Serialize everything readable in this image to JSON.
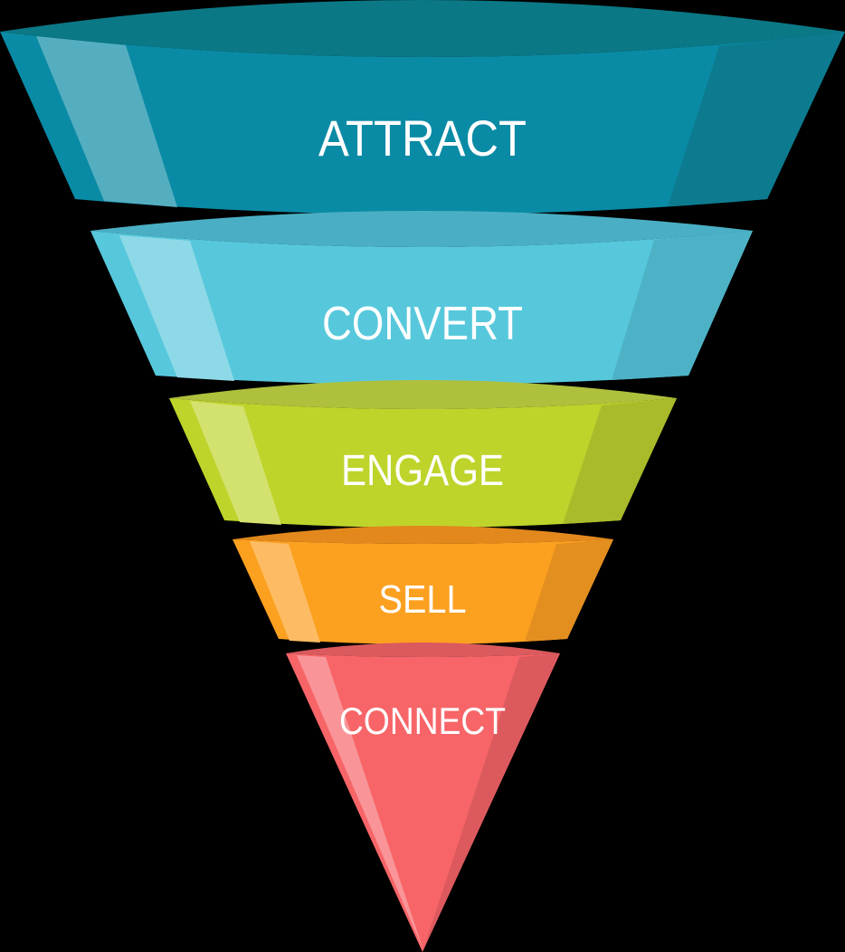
{
  "diagram": {
    "type": "funnel",
    "stages": [
      {
        "label": "ATTRACT",
        "colors": {
          "rim": "#0b7885",
          "front": "#0a8ba5",
          "light": "#55aec0",
          "dark": "#0d7b8f"
        }
      },
      {
        "label": "CONVERT",
        "colors": {
          "rim": "#4aafc4",
          "front": "#57c8dc",
          "light": "#8ed9e7",
          "dark": "#4db2c6"
        }
      },
      {
        "label": "ENGAGE",
        "colors": {
          "rim": "#afc03d",
          "front": "#bed42b",
          "light": "#d3e26f",
          "dark": "#a9bb2a"
        }
      },
      {
        "label": "SELL",
        "colors": {
          "rim": "#e3881c",
          "front": "#fca020",
          "light": "#fdbc63",
          "dark": "#e38f20"
        }
      },
      {
        "label": "CONNECT",
        "colors": {
          "rim": "#db5a5e",
          "front": "#f76568",
          "light": "#f99598",
          "dark": "#dc5a5e"
        }
      }
    ],
    "background": "#000000"
  }
}
